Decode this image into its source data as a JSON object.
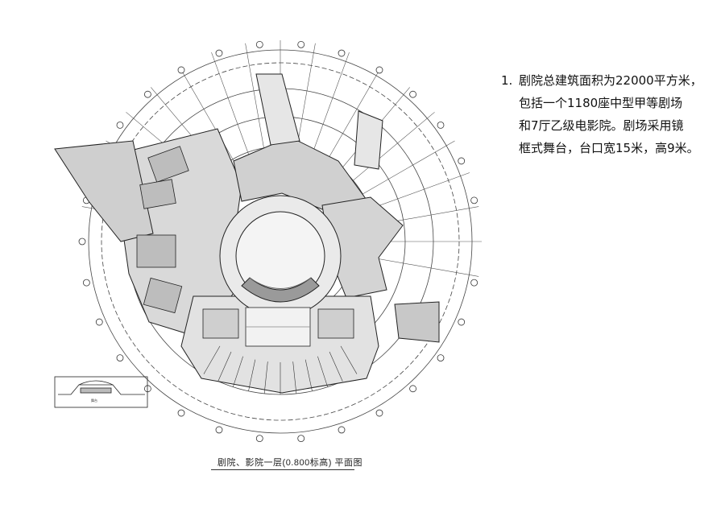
{
  "drawing": {
    "caption": "剧院、影院一层(0.800标高) 平面图",
    "stage_label": "舞台"
  },
  "note": {
    "number": "1.",
    "lines": [
      "剧院总建筑面积为22000平方米，",
      "包括一个1180座中型甲等剧场",
      "和7厅乙级电影院。剧场采用镜",
      "框式舞台，台口宽15米，高9米。"
    ]
  },
  "colors": {
    "line": "#333333",
    "fill": "#d6d6d6",
    "dark": "#555555"
  }
}
